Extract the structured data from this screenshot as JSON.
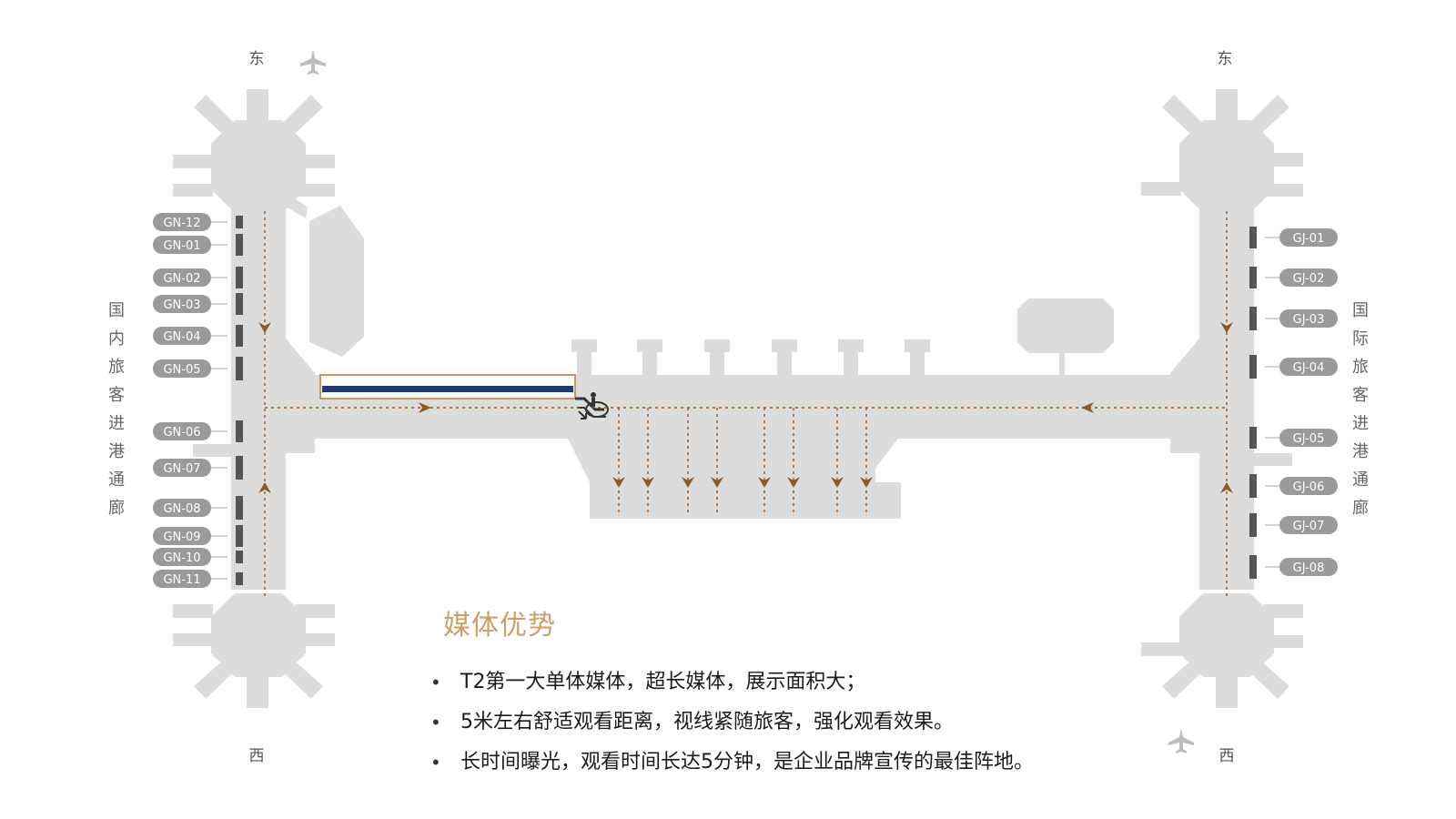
{
  "compass": {
    "east": "东",
    "west": "西"
  },
  "left_corridor_label": [
    "国",
    "内",
    "旅",
    "客",
    "进",
    "港",
    "通",
    "廊"
  ],
  "right_corridor_label": [
    "国",
    "际",
    "旅",
    "客",
    "进",
    "港",
    "通",
    "廊"
  ],
  "gates_domestic": [
    "GN-12",
    "GN-01",
    "GN-02",
    "GN-03",
    "GN-04",
    "GN-05",
    "GN-06",
    "GN-07",
    "GN-08",
    "GN-09",
    "GN-10",
    "GN-11"
  ],
  "gates_international": [
    "GJ-01",
    "GJ-02",
    "GJ-03",
    "GJ-04",
    "GJ-05",
    "GJ-06",
    "GJ-07",
    "GJ-08"
  ],
  "media": {
    "title": "媒体优势",
    "points": [
      "T2第一大单体媒体，超长媒体，展示面积大；",
      "5米左右舒适观看距离，视线紧随旅客，强化观看效果。",
      "长时间曝光，观看时间长达5分钟，是企业品牌宣传的最佳阵地。"
    ]
  },
  "colors": {
    "building": "#dcdcdc",
    "gate_badge": "#9a9a9a",
    "flow_arrow": "#8a5a2b",
    "media_frame": "#c8956a",
    "media_band": "#1f3a6e",
    "title_accent": "#c8a06e"
  }
}
